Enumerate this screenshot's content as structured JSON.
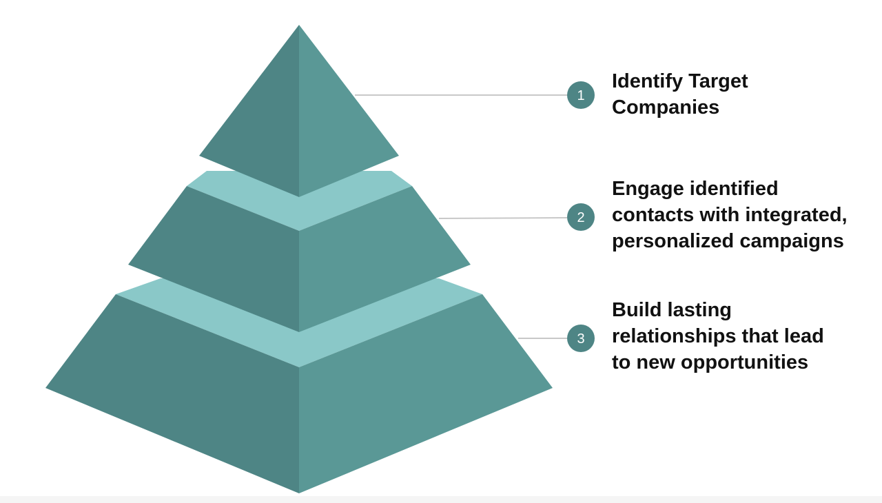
{
  "colors": {
    "face_dark": "#4E8585",
    "face_light": "#5A9896",
    "band": "#8AC8C8",
    "badge": "#4E8585",
    "connector": "#C8C8C8"
  },
  "steps": [
    {
      "number": "1",
      "lines": [
        "Identify Target",
        "Companies"
      ]
    },
    {
      "number": "2",
      "lines": [
        "Engage identified",
        "contacts with integrated,",
        "personalized campaigns"
      ]
    },
    {
      "number": "3",
      "lines": [
        "Build lasting",
        "relationships that lead",
        "to new opportunities"
      ]
    }
  ]
}
